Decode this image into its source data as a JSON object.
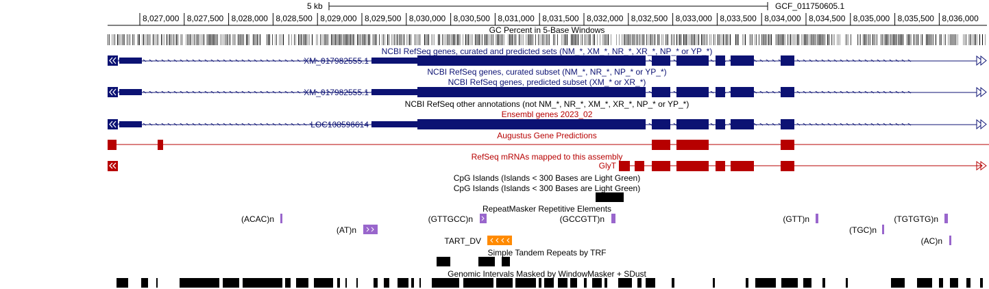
{
  "scale": {
    "label": "5 kb",
    "assembly": "GCF_011750605.1"
  },
  "ruler": {
    "ticks": [
      "8,027,000",
      "8,027,500",
      "8,028,000",
      "8,028,500",
      "8,029,000",
      "8,029,500",
      "8,030,000",
      "8,030,500",
      "8,031,000",
      "8,031,500",
      "8,032,000",
      "8,032,500",
      "8,033,000",
      "8,033,500",
      "8,034,000",
      "8,034,500",
      "8,035,000",
      "8,035,500",
      "8,036,000"
    ]
  },
  "colors": {
    "refseq": "#0c1273",
    "augustus": "#b70000",
    "repeat_simple": "#9966cc",
    "repeat_ltr": "#ff8a00",
    "masked": "#000000"
  },
  "tracks": {
    "gc_percent": {
      "title": "GC Percent in 5-Base Windows"
    },
    "refseq_all": {
      "title": "NCBI RefSeq genes, curated and predicted sets (NM_*, XM_*, NR_*, XR_*, NP_* or YP_*)",
      "gene_label": "XM_017982555.1"
    },
    "refseq_curated": {
      "title": "NCBI RefSeq genes, curated subset (NM_*, NR_*, NP_* or YP_*)"
    },
    "refseq_predicted": {
      "title": "NCBI RefSeq genes, predicted subset (XM_* or XR_*)",
      "gene_label": "XM_017982555.1"
    },
    "refseq_other": {
      "title": "NCBI RefSeq other annotations (not NM_*, NR_*, XM_*, XR_*, NP_* or YP_*)"
    },
    "ensembl": {
      "title": "Ensembl genes 2023_02",
      "gene_label": "LOC108596614"
    },
    "augustus": {
      "title": "Augustus Gene Predictions"
    },
    "refseq_mrna": {
      "title": "RefSeq mRNAs mapped to this assembly",
      "gene_label": "GlyT"
    },
    "cpg_1": {
      "title": "CpG Islands (Islands < 300 Bases are Light Green)"
    },
    "cpg_2": {
      "title": "CpG Islands (Islands < 300 Bases are Light Green)"
    },
    "repeatmasker": {
      "title": "RepeatMasker Repetitive Elements",
      "labels": {
        "acac": "(ACAC)n",
        "at": "(AT)n",
        "gttgcc": "(GTTGCC)n",
        "gccgtt": "(GCCGTT)n",
        "gtt": "(GTT)n",
        "tgc": "(TGC)n",
        "tgtgtg": "(TGTGTG)n",
        "ac": "(AC)n",
        "tart": "TART_DV"
      }
    },
    "trf": {
      "title": "Simple Tandem Repeats by TRF"
    },
    "windowmasker": {
      "title": "Genomic Intervals Masked by WindowMasker + SDust"
    }
  }
}
